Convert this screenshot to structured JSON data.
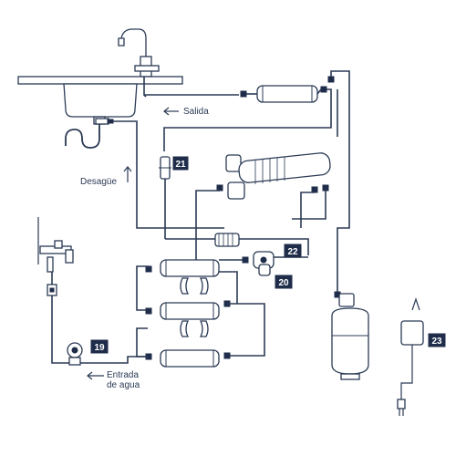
{
  "labels": {
    "salida": "Salida",
    "desague": "Desagüe",
    "entrada_line1": "Entrada",
    "entrada_line2": "de agua"
  },
  "badges": {
    "b19": "19",
    "b20": "20",
    "b21": "21",
    "b22": "22",
    "b23": "23"
  },
  "colors": {
    "line": "#2b3a55",
    "badge_bg": "#1f2d4a",
    "background": "#ffffff"
  }
}
